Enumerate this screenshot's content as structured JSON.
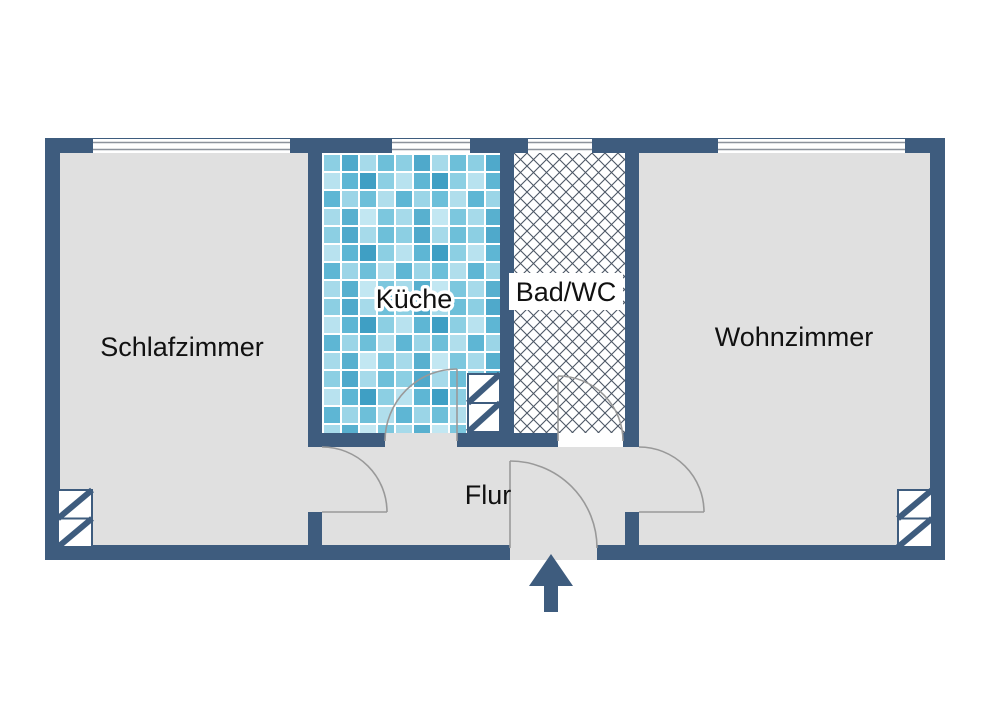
{
  "floorplan": {
    "rooms": {
      "schlafzimmer": {
        "label": "Schlafzimmer"
      },
      "kueche": {
        "label": "Küche"
      },
      "bad": {
        "label": "Bad/WC"
      },
      "wohnzimmer": {
        "label": "Wohnzimmer"
      },
      "flur": {
        "label": "Flur"
      }
    },
    "icons": {
      "entrance_arrow": "arrow-up"
    },
    "colors": {
      "wall": "#3e5c7e",
      "floor": "#e0e0e0",
      "tile_blue": "#5eb6d4",
      "hatch_line": "#4d5866",
      "door_line": "#999999",
      "background": "#ffffff"
    }
  }
}
